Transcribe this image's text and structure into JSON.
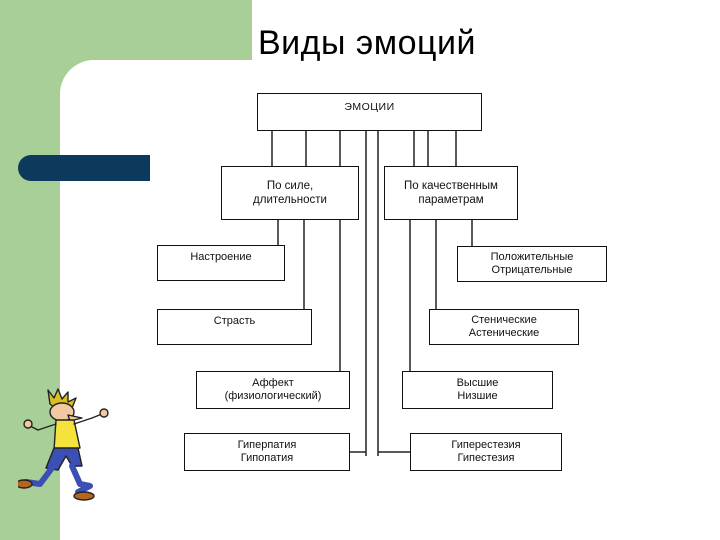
{
  "slide": {
    "title": "Виды эмоций",
    "accent_color": "#a8cf98",
    "bar_color": "#0d3a5c"
  },
  "diagram": {
    "root": "ЭМОЦИИ",
    "left_category": {
      "line1": "По силе,",
      "line2": "длительности"
    },
    "right_category": {
      "line1": "По качественным",
      "line2": "параметрам"
    },
    "left_items": [
      {
        "line1": "Настроение",
        "line2": ""
      },
      {
        "line1": "Страсть",
        "line2": ""
      },
      {
        "line1": "Аффект",
        "line2": "(физиологический)"
      },
      {
        "line1": "Гиперпатия",
        "line2": "Гипопатия"
      }
    ],
    "right_items": [
      {
        "line1": "Положительные",
        "line2": "Отрицательные"
      },
      {
        "line1": "Стенические",
        "line2": "Астенические"
      },
      {
        "line1": "Высшие",
        "line2": "Низшие"
      },
      {
        "line1": "Гиперестезия",
        "line2": "Гипестезия"
      }
    ]
  },
  "decoration": {
    "figure_icon": "excited-cartoon-man-icon"
  }
}
